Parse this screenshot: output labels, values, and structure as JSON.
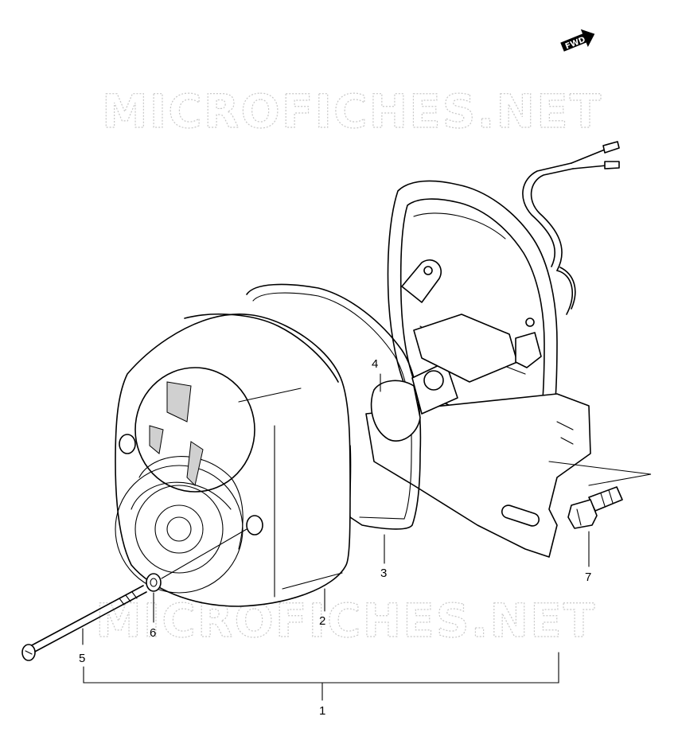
{
  "watermark": {
    "text": "MICROFICHES.NET",
    "color": "#c8c8c8"
  },
  "fwd_badge": {
    "text": "FWD"
  },
  "callouts": [
    {
      "id": "1",
      "label": "1"
    },
    {
      "id": "2",
      "label": "2"
    },
    {
      "id": "3",
      "label": "3"
    },
    {
      "id": "4",
      "label": "4"
    },
    {
      "id": "5",
      "label": "5"
    },
    {
      "id": "6",
      "label": "6"
    },
    {
      "id": "7",
      "label": "7"
    }
  ],
  "colors": {
    "line": "#000000",
    "background": "#ffffff"
  }
}
